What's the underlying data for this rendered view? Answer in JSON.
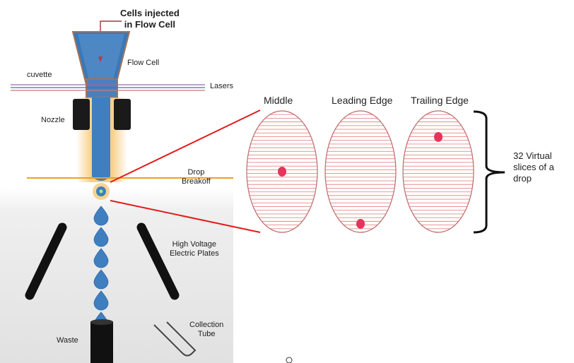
{
  "left_panel": {
    "title_line1": "Cells injected",
    "title_line2": "in Flow Cell",
    "flow_cell": "Flow Cell",
    "cuvette": "cuvette",
    "lasers": "Lasers",
    "nozzle": "Nozzle",
    "drop_breakoff_line1": "Drop",
    "drop_breakoff_line2": "Breakoff",
    "plates_line1": "High Voltage",
    "plates_line2": "Electric Plates",
    "waste": "Waste",
    "collection_line1": "Collection",
    "collection_line2": "Tube"
  },
  "right_panel": {
    "columns": [
      {
        "title": "Middle",
        "dot_position": "middle"
      },
      {
        "title": "Leading Edge",
        "dot_position": "bottom"
      },
      {
        "title": "Trailing Edge",
        "dot_position": "top"
      }
    ],
    "bracket_label_lines": [
      "32 Virtual",
      "slices of a",
      "drop"
    ],
    "slice_count": 32
  },
  "colors": {
    "slice_lines": "#e38a8a",
    "ellipse_outline": "#c0686a",
    "dot": "#e8335a",
    "callout_lines": "#e51b1b",
    "stream": "#3f7fc0",
    "laser_orange": "#f0a020"
  }
}
